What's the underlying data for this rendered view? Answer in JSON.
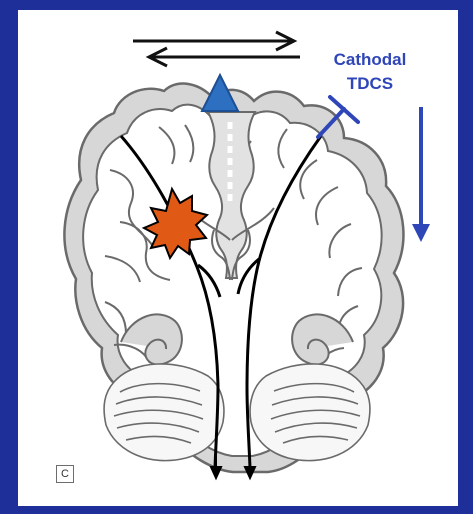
{
  "panel_label": "C",
  "tdcs_label": {
    "line1": "Cathodal",
    "line2": "TDCS"
  },
  "colors": {
    "background": "#1f2f9a",
    "panel": "#ffffff",
    "accent_blue": "#2f46b8",
    "triangle_fill": "#2d6fc0",
    "lesion_fill": "#e05a16",
    "brain_gray": "#d7d7d7",
    "brain_outline": "#6a6a6a"
  },
  "icons": [
    "double-arrow-icon",
    "triangle-stimulus-icon",
    "inhibition-tbar-icon",
    "lesion-burst-icon",
    "down-arrow-icon",
    "descending-arrows-icon"
  ]
}
